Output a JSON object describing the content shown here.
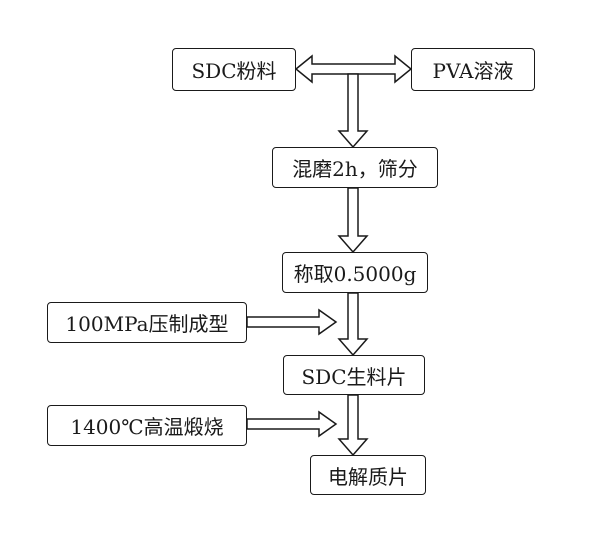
{
  "diagram": {
    "nodes": {
      "sdc_powder": "SDC粉料",
      "pva_solution": "PVA溶液",
      "mill_sieve": "混磨2h，筛分",
      "weigh": "称取0.5000g",
      "press_condition": "100MPa压制成型",
      "green_pellet": "SDC生料片",
      "sinter_condition": "1400℃高温煅烧",
      "electrolyte_pellet": "电解质片"
    },
    "edges": [
      {
        "from": "sdc_powder",
        "to": "pva_solution",
        "style": "double-headed hollow"
      },
      {
        "from": "sdc_powder+pva_solution",
        "to": "mill_sieve",
        "style": "hollow"
      },
      {
        "from": "mill_sieve",
        "to": "weigh",
        "style": "hollow"
      },
      {
        "from": "weigh",
        "to": "green_pellet",
        "style": "hollow"
      },
      {
        "from": "press_condition",
        "to": "green_pellet",
        "style": "hollow"
      },
      {
        "from": "green_pellet",
        "to": "electrolyte_pellet",
        "style": "hollow"
      },
      {
        "from": "sinter_condition",
        "to": "electrolyte_pellet",
        "style": "hollow"
      }
    ],
    "colors": {
      "stroke": "#1a1a1a",
      "fill": "#ffffff"
    }
  }
}
